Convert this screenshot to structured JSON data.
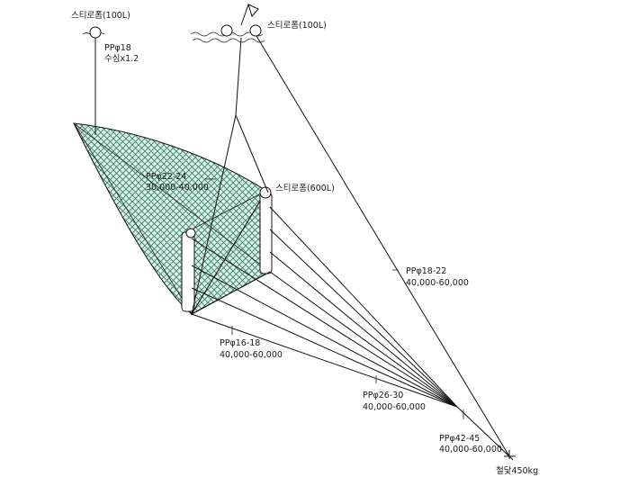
{
  "labels": {
    "float_left": "스티로폼(100L)",
    "float_left_rope_1": "PPφ18",
    "float_left_rope_2": "수심x1.2",
    "float_top": "스티로폼(100L)",
    "float_big": "스티로폼(600L)",
    "wing_rope_1": "PPφ22-24",
    "wing_rope_2": "30,000-40,000",
    "right_rope_1": "PPφ18-22",
    "right_rope_2": "40,000-60,000",
    "lower_rope_1": "PPφ16-18",
    "lower_rope_2": "40,000-60,000",
    "mid_rope_1": "PPφ26-30",
    "mid_rope_2": "40,000-60,000",
    "main_rope_1": "PPφ42-45",
    "main_rope_2": "40,000-60,000",
    "anchor": "철닻450kg"
  },
  "colors": {
    "net_fill": "#d8efe6",
    "net_mesh": "#2f7f66",
    "line": "#111111"
  }
}
